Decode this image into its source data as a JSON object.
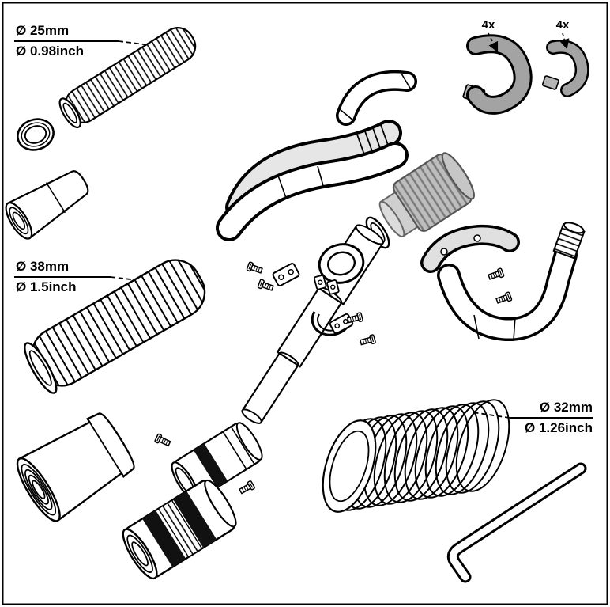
{
  "page": {
    "background": "#ffffff",
    "border_color": "#000000"
  },
  "labels": {
    "hose_25": {
      "metric": "Ø 25mm",
      "imperial": "Ø 0.98inch"
    },
    "hose_38": {
      "metric": "Ø 38mm",
      "imperial": "Ø 1.5inch"
    },
    "hose_32": {
      "metric": "Ø 32mm",
      "imperial": "Ø 1.26inch"
    },
    "clamp_large": {
      "quantity": "4x"
    },
    "clamp_small": {
      "quantity": "4x"
    }
  },
  "colors": {
    "line": "#000000",
    "metal_gray": "#bdbdbd",
    "shell_gray": "#e6e6e6",
    "strap_gray": "#a3a3a3"
  },
  "parts": [
    "corrugated-hose-25mm",
    "end-ring-25mm",
    "hose-cuff-25mm",
    "corrugated-hose-38mm",
    "hose-cuff-38mm",
    "coiled-hose-32mm",
    "strap-clamp-large",
    "strap-clamp-small",
    "handle-shell-top",
    "handle-shell-back",
    "handle-shell-front",
    "threaded-connector",
    "gasket-ring",
    "suction-wand",
    "clamp-ring",
    "clamp-ring-half",
    "mounting-bracket",
    "screw",
    "right-elbow-tube",
    "right-elbow-shell",
    "hose-nipple",
    "adapter-coupler-single-band",
    "adapter-coupler-double-band",
    "hex-key"
  ]
}
